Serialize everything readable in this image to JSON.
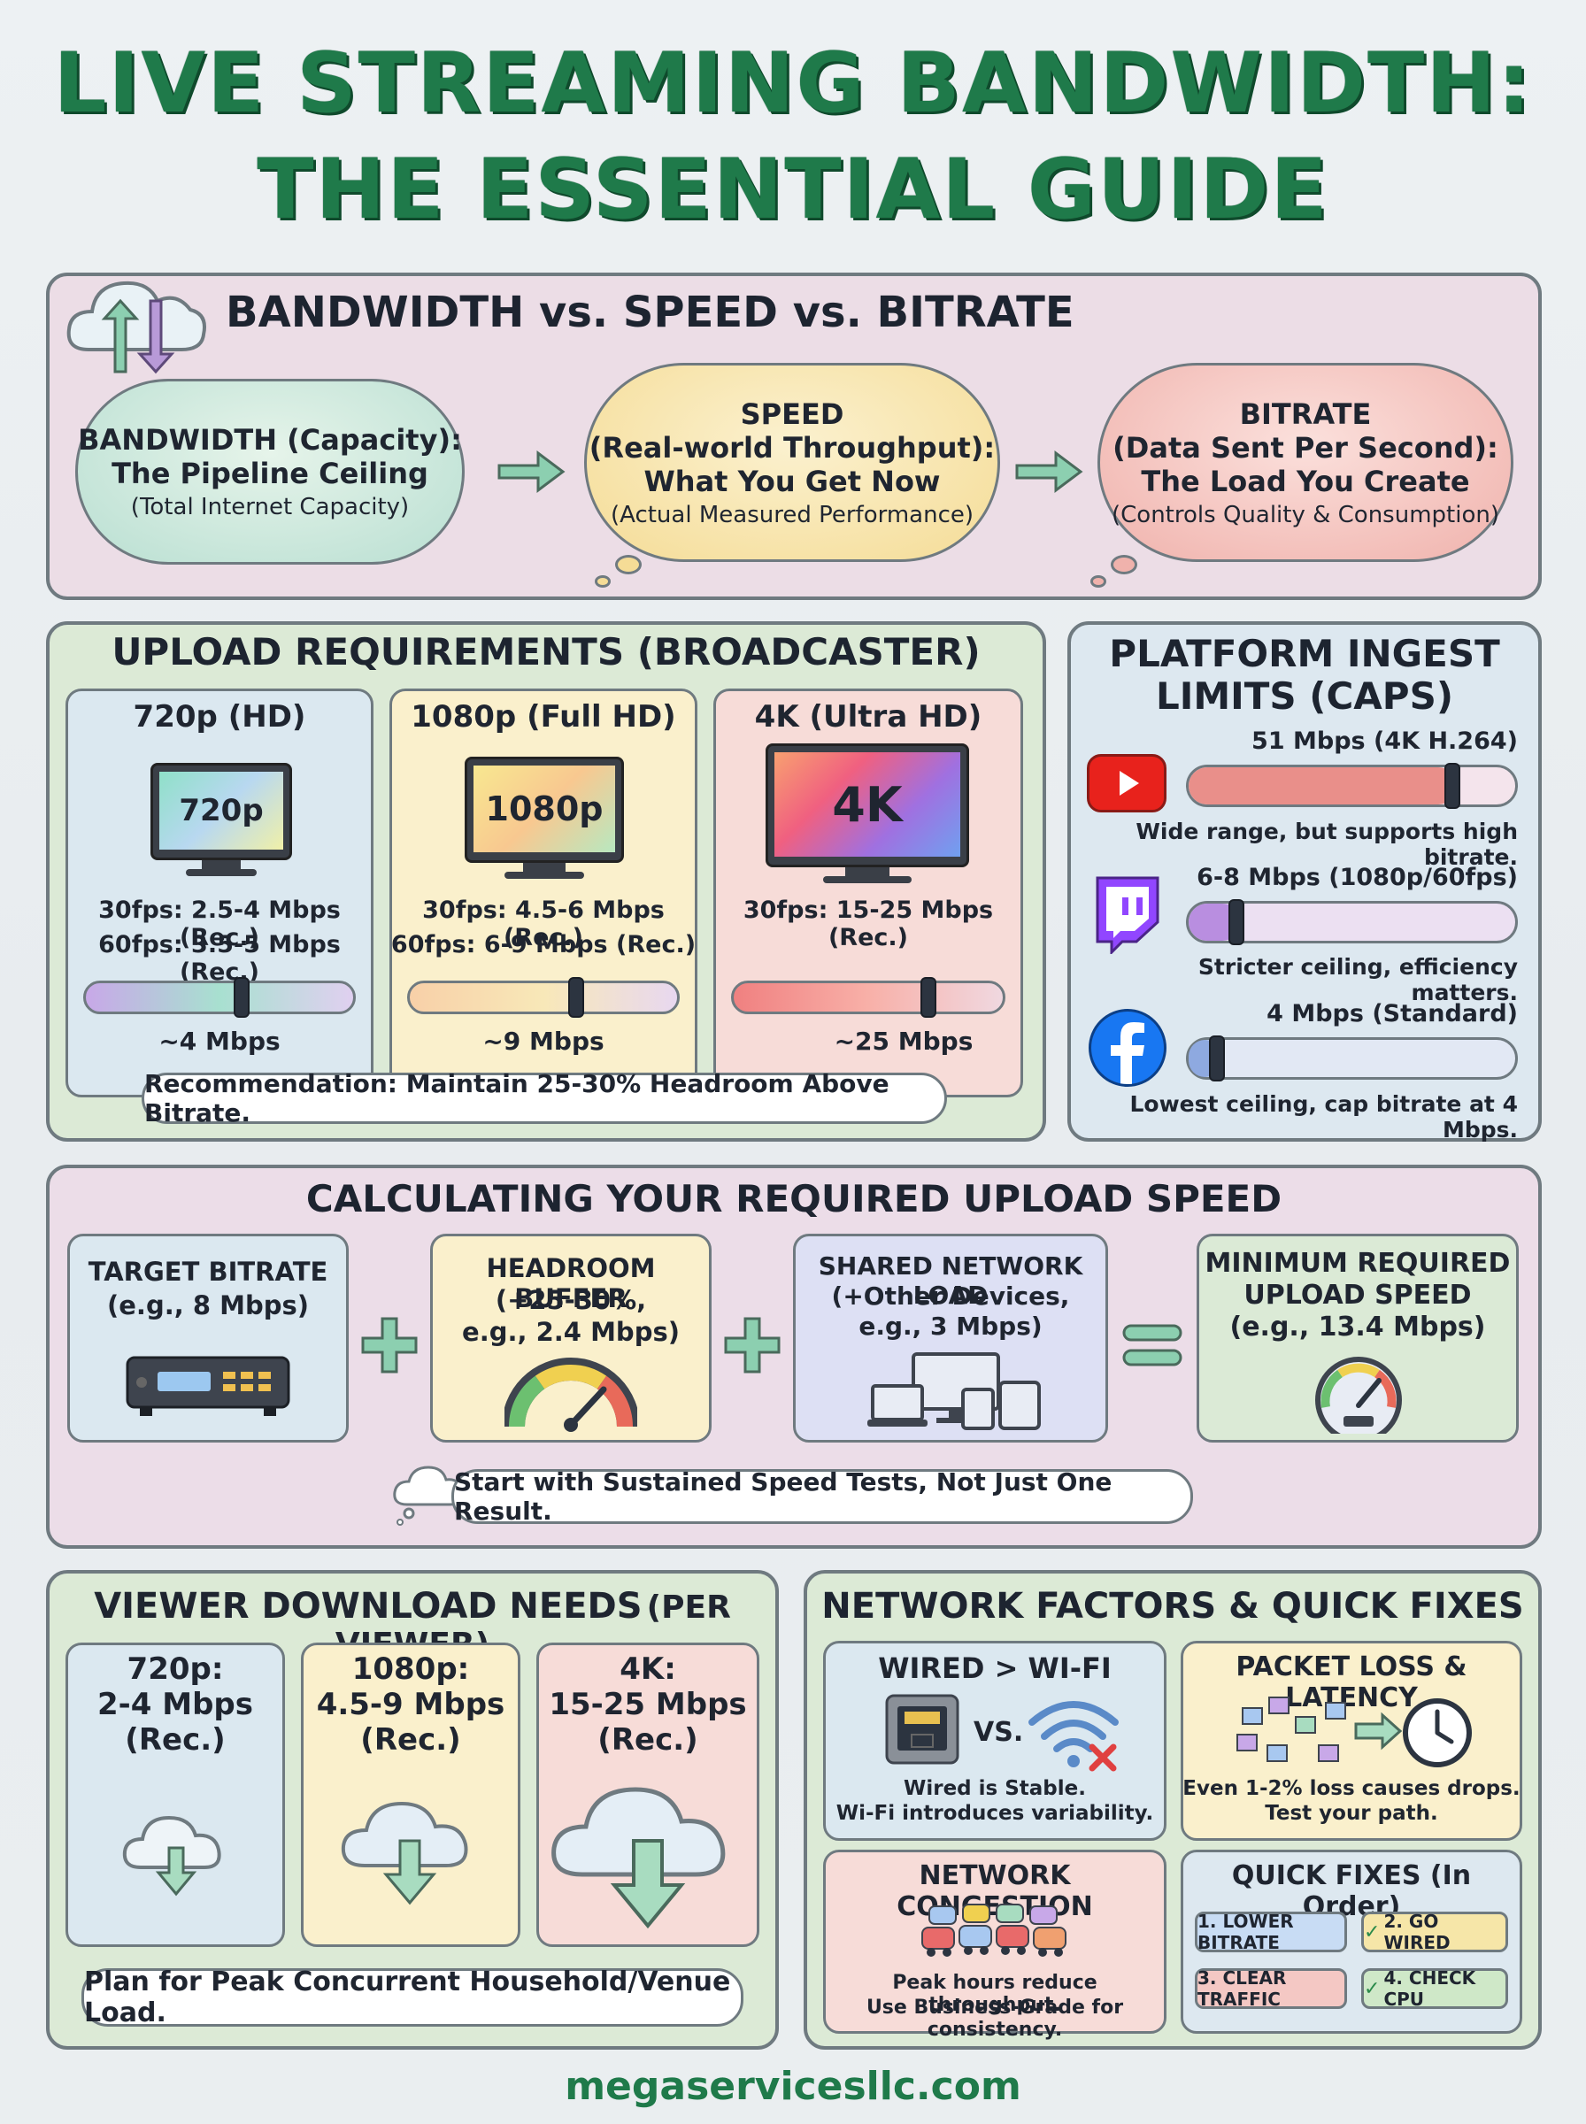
{
  "title": {
    "line1": "LIVE STREAMING BANDWIDTH:",
    "line2": "THE ESSENTIAL GUIDE"
  },
  "section1": {
    "heading": "BANDWIDTH vs. SPEED vs. BITRATE",
    "clouds": [
      {
        "title1": "BANDWIDTH (Capacity):",
        "title2": "The Pipeline Ceiling",
        "sub": "(Total Internet Capacity)"
      },
      {
        "title0": "SPEED",
        "title1": "(Real-world Throughput):",
        "title2": "What You Get Now",
        "sub": "(Actual Measured Performance)"
      },
      {
        "title0": "BITRATE",
        "title1": "(Data Sent Per Second):",
        "title2": "The Load You Create",
        "sub": "(Controls Quality & Consumption)"
      }
    ]
  },
  "upload": {
    "heading": "UPLOAD REQUIREMENTS (BROADCASTER)",
    "cards": [
      {
        "title": "720p (HD)",
        "screen": "720p",
        "line1": "30fps: 2.5-4 Mbps (Rec.)",
        "line2": "60fps: 3.5-5 Mbps (Rec.)",
        "value_label": "~4 Mbps",
        "level": 0.58
      },
      {
        "title": "1080p (Full HD)",
        "screen": "1080p",
        "line1": "30fps: 4.5-6 Mbps (Rec.)",
        "line2": "60fps: 6-9 Mbps (Rec.)",
        "value_label": "~9 Mbps",
        "level": 0.62
      },
      {
        "title": "4K (Ultra HD)",
        "screen": "4K",
        "line1": "30fps: 15-25 Mbps (Rec.)",
        "line2": "",
        "value_label": "~25 Mbps",
        "level": 0.72
      }
    ],
    "recommendation": "Recommendation: Maintain 25-30% Headroom Above Bitrate."
  },
  "platform": {
    "heading1": "PLATFORM INGEST",
    "heading2": "LIMITS (CAPS)",
    "items": [
      {
        "icon": "youtube-icon",
        "label": "51 Mbps (4K H.264)",
        "note": "Wide range, but supports high bitrate.",
        "level": 0.82,
        "color": "#e98f8a"
      },
      {
        "icon": "twitch-icon",
        "label": "6-8 Mbps (1080p/60fps)",
        "note": "Stricter ceiling, efficiency matters.",
        "level": 0.16,
        "color": "#b98ee0"
      },
      {
        "icon": "facebook-icon",
        "label": "4 Mbps (Standard)",
        "note": "Lowest ceiling, cap bitrate at 4 Mbps.",
        "level": 0.1,
        "color": "#8ea9e0"
      }
    ]
  },
  "calc": {
    "heading": "CALCULATING YOUR REQUIRED UPLOAD SPEED",
    "boxes": [
      {
        "l1": "TARGET BITRATE",
        "l2": "(e.g., 8 Mbps)",
        "l3": ""
      },
      {
        "l1": "HEADROOM BUFFER",
        "l2": "(+25-30%,",
        "l3": "e.g., 2.4 Mbps)"
      },
      {
        "l1": "SHARED NETWORK LOAD",
        "l2": "(+Other Devices,",
        "l3": "e.g., 3 Mbps)"
      },
      {
        "l1": "MINIMUM REQUIRED",
        "l2": "UPLOAD SPEED",
        "l3": "(e.g., 13.4 Mbps)"
      }
    ],
    "tip": "Start with Sustained Speed Tests, Not Just One Result."
  },
  "viewer": {
    "heading_bold": "VIEWER DOWNLOAD NEEDS",
    "heading_rest": "(PER VIEWER)",
    "cards": [
      {
        "l1": "720p:",
        "l2": "2-4 Mbps",
        "l3": "(Rec.)"
      },
      {
        "l1": "1080p:",
        "l2": "4.5-9 Mbps",
        "l3": "(Rec.)"
      },
      {
        "l1": "4K:",
        "l2": "15-25 Mbps",
        "l3": "(Rec.)"
      }
    ],
    "note": "Plan for Peak Concurrent Household/Venue Load."
  },
  "network": {
    "heading": "NETWORK FACTORS & QUICK FIXES",
    "wired": {
      "title": "WIRED > WI-FI",
      "vs": "VS.",
      "l1": "Wired is Stable.",
      "l2": "Wi-Fi introduces variability."
    },
    "packet": {
      "title": "PACKET LOSS & LATENCY",
      "l1": "Even 1-2% loss causes drops.",
      "l2": "Test your path."
    },
    "congestion": {
      "title": "NETWORK CONGESTION",
      "l1": "Peak hours reduce throughput.",
      "l2": "Use Business-Grade for consistency."
    },
    "fixes": {
      "title": "QUICK FIXES (In Order)",
      "items": [
        "1. LOWER BITRATE",
        "2. GO WIRED",
        "3. CLEAR TRAFFIC",
        "4. CHECK CPU"
      ]
    }
  },
  "footer": "megaservicesllc.com"
}
